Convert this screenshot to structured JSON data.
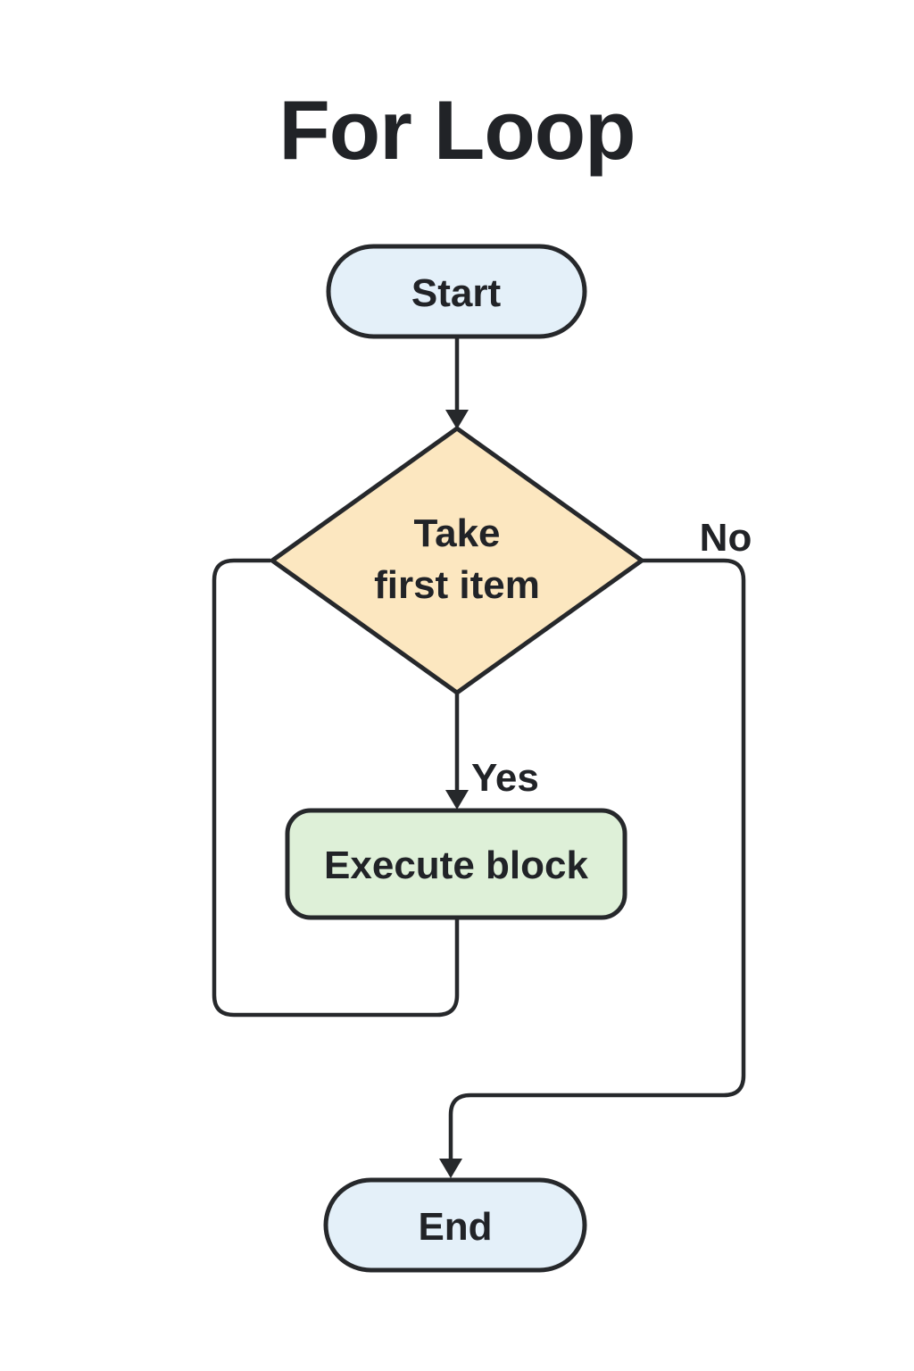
{
  "title": "For Loop",
  "colors": {
    "background": "#ffffff",
    "terminator_fill": "#e4f0f9",
    "decision_fill": "#fce7c0",
    "process_fill": "#def0d8",
    "stroke": "#26282b",
    "text": "#212327"
  },
  "nodes": {
    "start": {
      "type": "terminator",
      "label": "Start"
    },
    "decision": {
      "type": "decision",
      "line1": "Take",
      "line2": "first item"
    },
    "process": {
      "type": "process",
      "label": "Execute block"
    },
    "end": {
      "type": "terminator",
      "label": "End"
    }
  },
  "edges": {
    "yes": {
      "label": "Yes"
    },
    "no": {
      "label": "No"
    }
  }
}
